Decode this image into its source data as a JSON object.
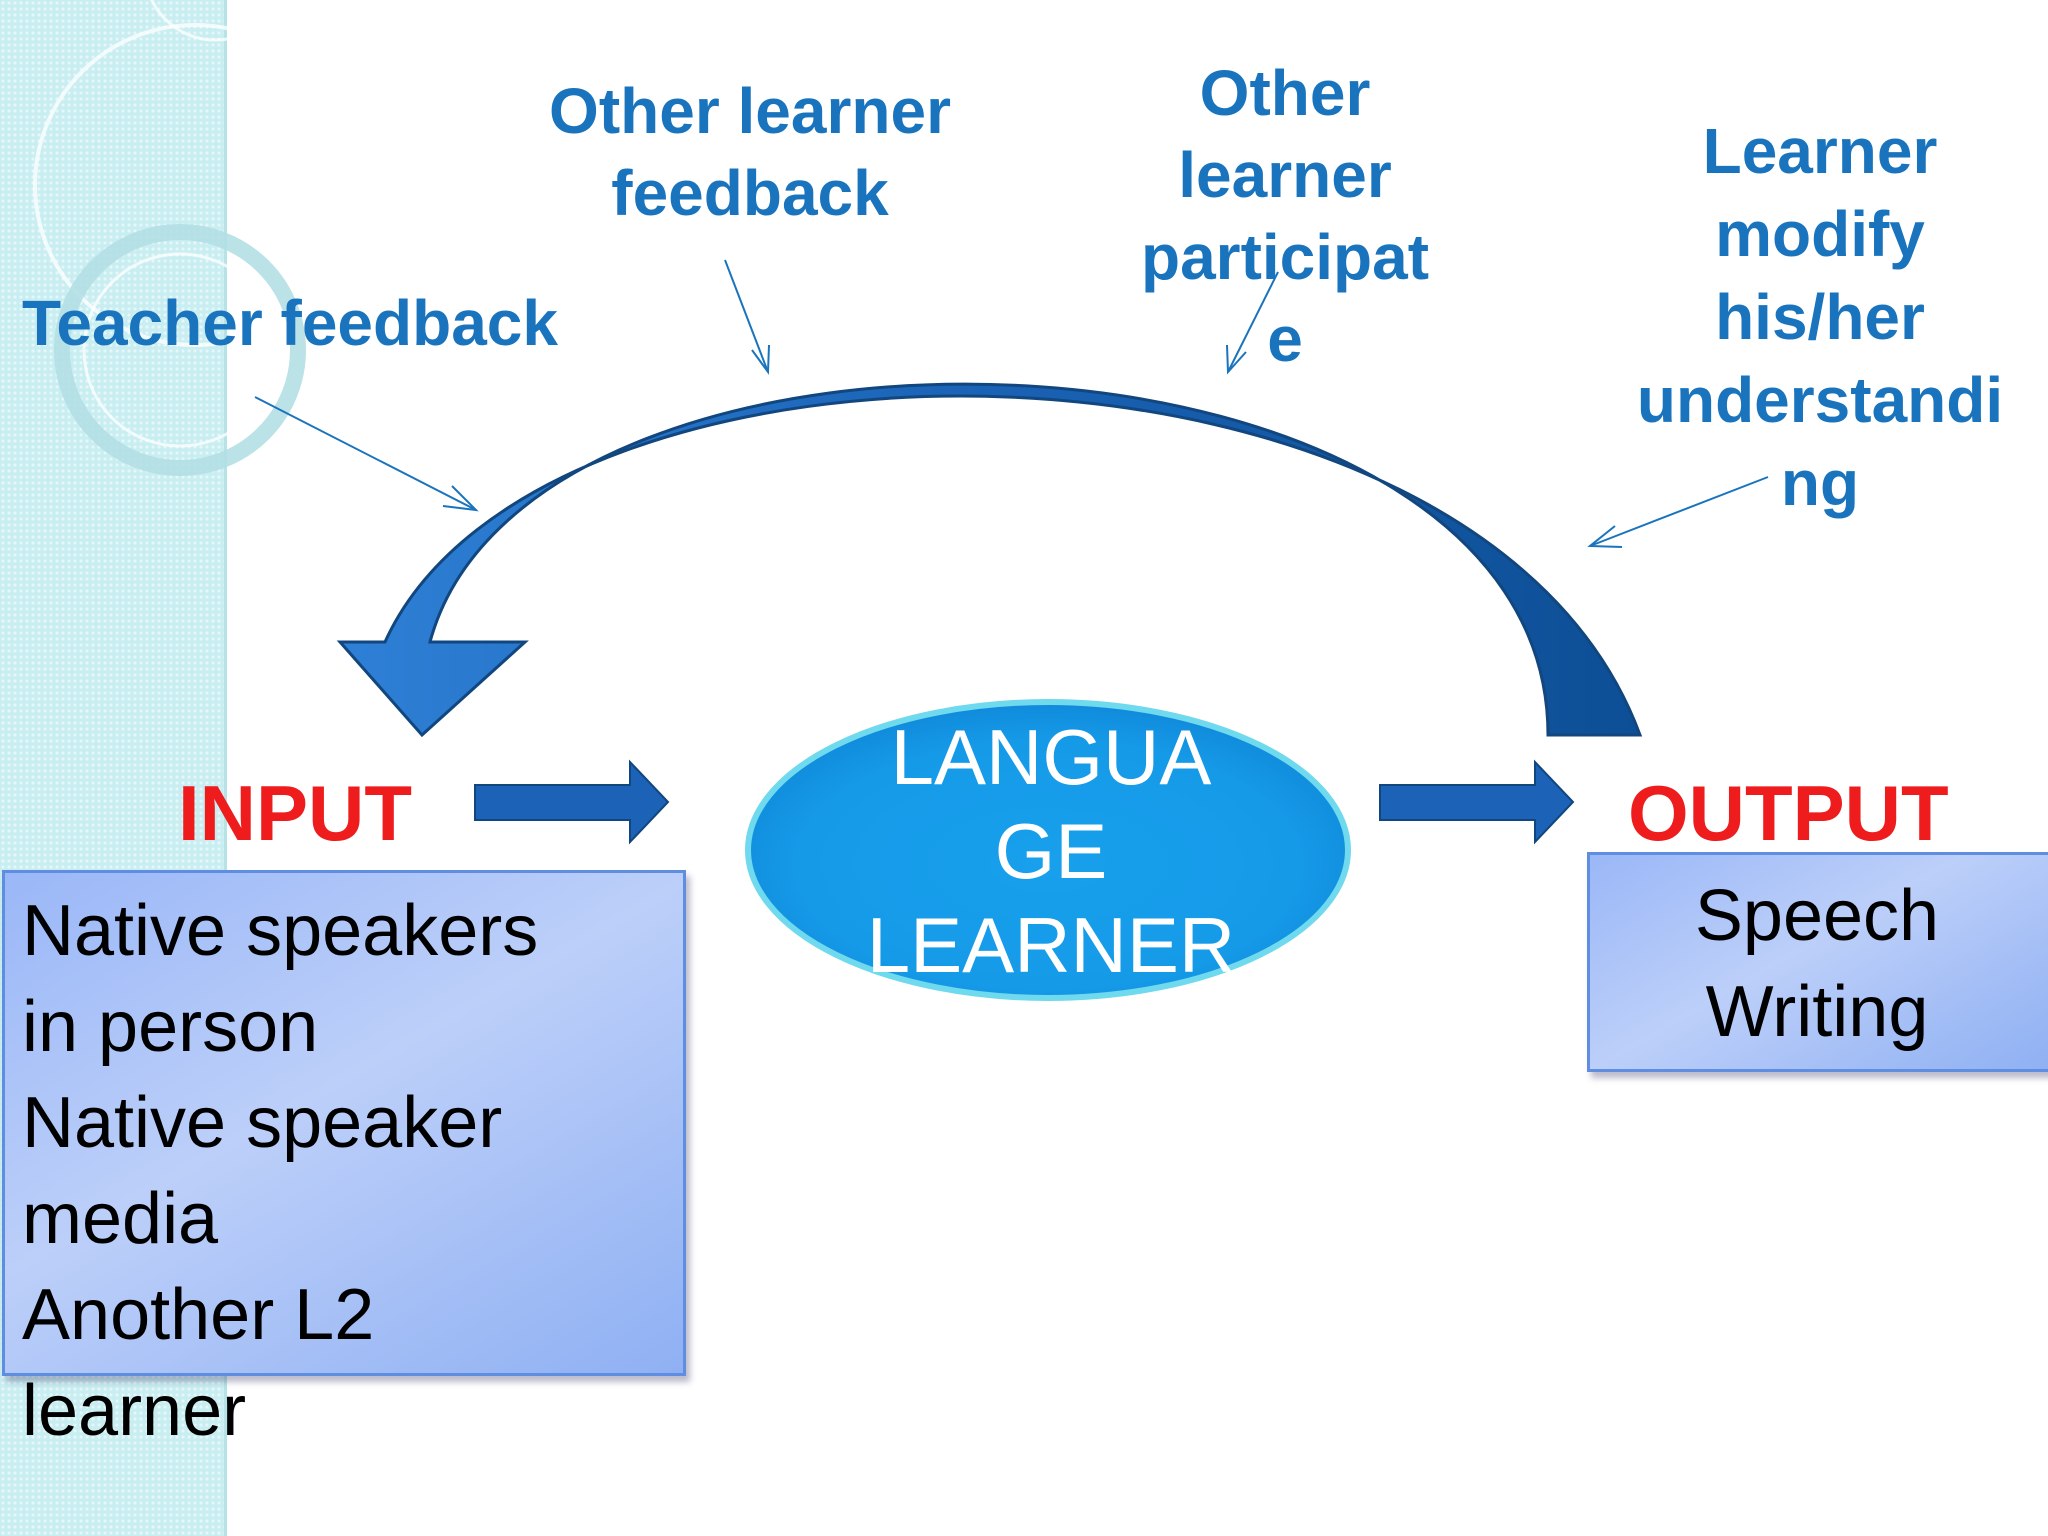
{
  "diagram": {
    "center_node": {
      "lines": [
        "LANGUA",
        "GE",
        "LEARNER"
      ]
    },
    "input": {
      "label": "INPUT",
      "items": [
        "Native speakers",
        "in person",
        "Native speaker",
        "media",
        "Another L2",
        "learner"
      ]
    },
    "output": {
      "label": "OUTPUT",
      "items": [
        "Speech",
        "Writing"
      ]
    },
    "feedback_sources": {
      "teacher": "Teacher feedback",
      "other_learner_feedback": [
        "Other learner",
        "feedback"
      ],
      "other_learner_participate": [
        "Other",
        "learner",
        "participat",
        "e"
      ],
      "learner_modify": [
        "Learner",
        "modify",
        "his/her",
        "understandi",
        "ng"
      ]
    },
    "colors": {
      "label_blue": "#1a74bd",
      "stage_red": "#ee1c1c",
      "arrow_blue": "#1c63b7",
      "box_fill": "#a9c1f8",
      "side_band": "#c9eef1"
    }
  }
}
